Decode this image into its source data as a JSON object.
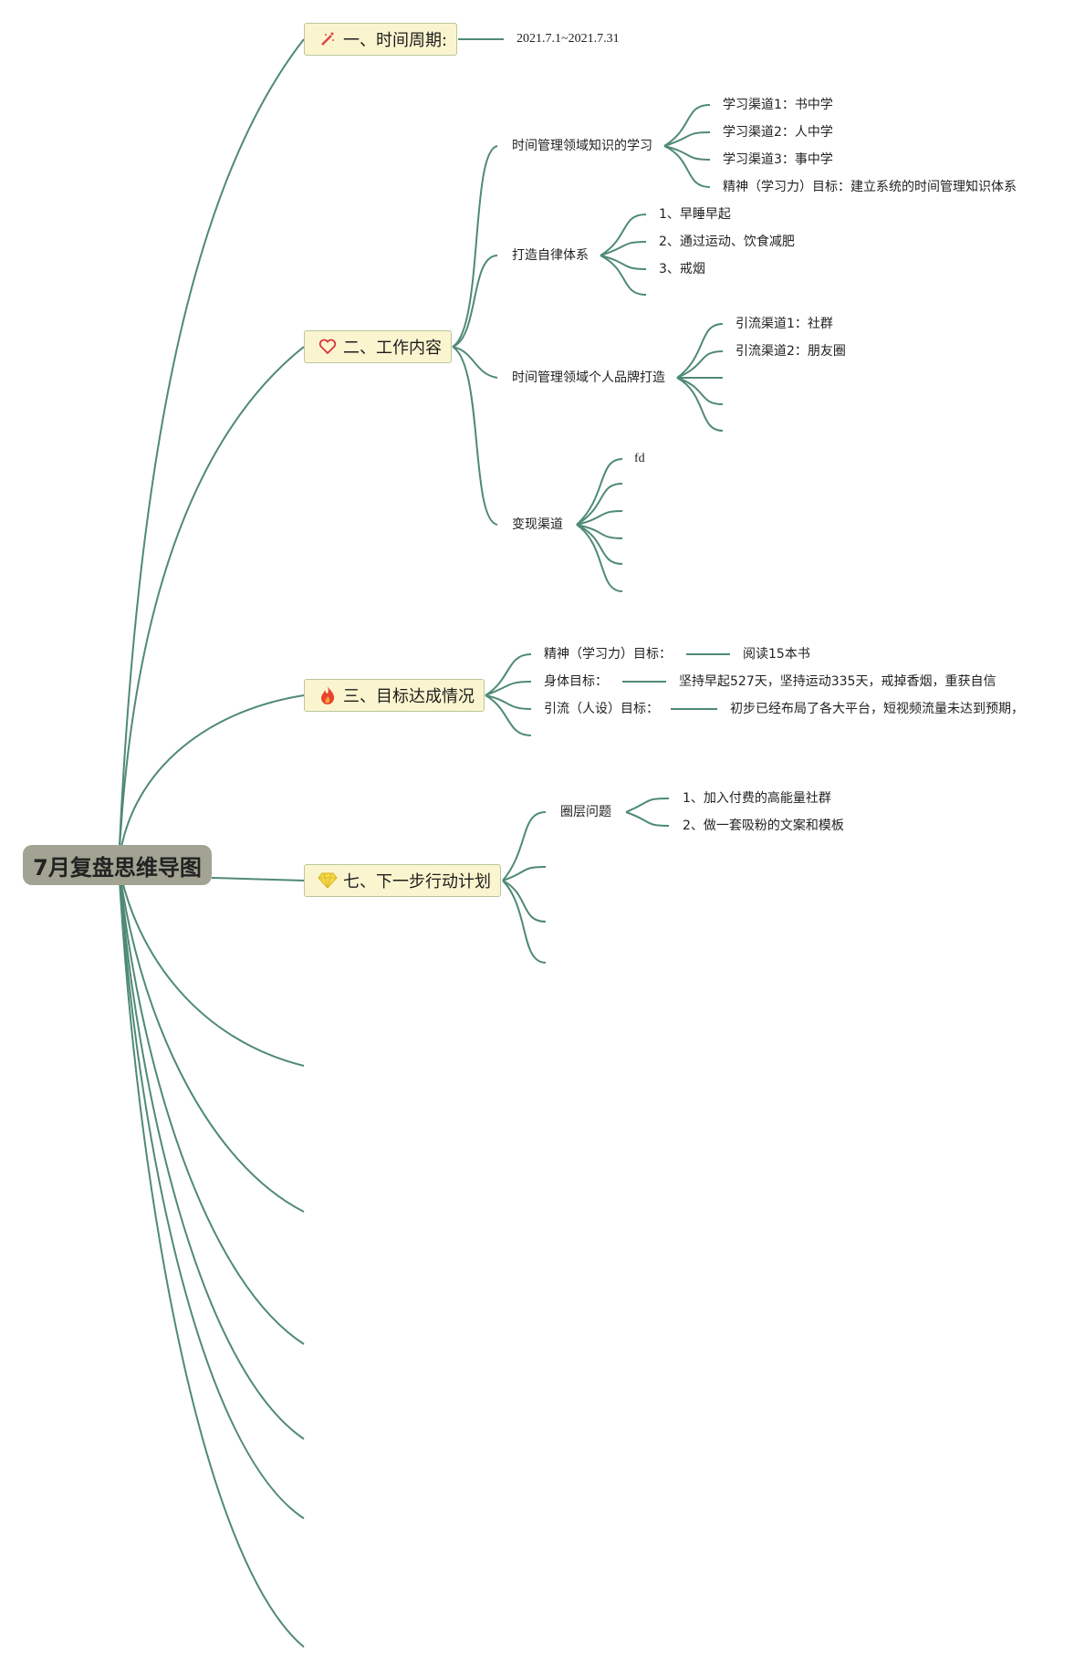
{
  "root": {
    "label": "7月复盘思维导图"
  },
  "branches": [
    {
      "label": "一、时间周期:",
      "icon": "magic-wand-icon",
      "value": "2021.7.1~2021.7.31"
    },
    {
      "label": "二、工作内容",
      "icon": "heart-icon",
      "topics": [
        {
          "label": "时间管理领域知识的学习",
          "items": [
            "学习渠道1：书中学",
            "学习渠道2：人中学",
            "学习渠道3：事中学",
            "精神（学习力）目标：建立系统的时间管理知识体系"
          ]
        },
        {
          "label": "打造自律体系",
          "items": [
            "1、早睡早起",
            "2、通过运动、饮食减肥",
            "3、戒烟",
            ""
          ]
        },
        {
          "label": "时间管理领域个人品牌打造",
          "items": [
            "引流渠道1：社群",
            "引流渠道2：朋友圈",
            "",
            "",
            ""
          ]
        },
        {
          "label": "变现渠道",
          "items": [
            "fd",
            "",
            "",
            "",
            "",
            ""
          ]
        }
      ]
    },
    {
      "label": "三、目标达成情况",
      "icon": "fire-icon",
      "goals": [
        {
          "label": "精神（学习力）目标：",
          "result": "阅读15本书"
        },
        {
          "label": "身体目标：",
          "result": "坚持早起527天，坚持运动335天，戒掉香烟，重获自信"
        },
        {
          "label": "引流（人设）目标：",
          "result": "初步已经布局了各大平台，短视频流量未达到预期，"
        },
        {
          "label": "",
          "result": ""
        }
      ]
    },
    {
      "label": "七、下一步行动计划",
      "icon": "diamond-icon",
      "topics": [
        {
          "label": "圈层问题",
          "items": [
            "1、加入付费的高能量社群",
            "2、做一套吸粉的文案和模板"
          ]
        },
        {
          "label": "",
          "items": []
        },
        {
          "label": "",
          "items": []
        },
        {
          "label": "",
          "items": []
        }
      ]
    }
  ],
  "colors": {
    "line": "#4f8a74",
    "branch_bg": "#fbf5cf",
    "branch_border": "#b8c79a",
    "root_bg": "#a3a393"
  }
}
